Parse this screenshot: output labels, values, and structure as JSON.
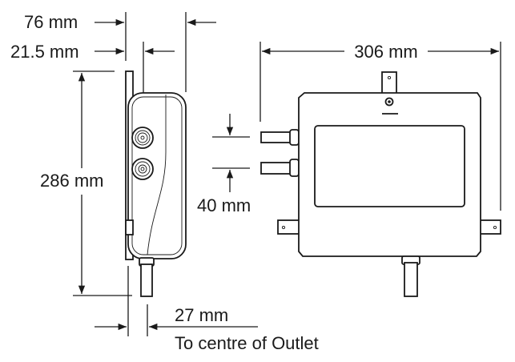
{
  "dimensions": {
    "depth_total": "76 mm",
    "depth_bracket": "21.5 mm",
    "height": "286 mm",
    "inlet_spacing": "40 mm",
    "width": "306 mm",
    "outlet_offset": "27 mm",
    "outlet_note": "To centre of Outlet"
  },
  "colors": {
    "line": "#1a1a1a",
    "background": "#ffffff"
  }
}
